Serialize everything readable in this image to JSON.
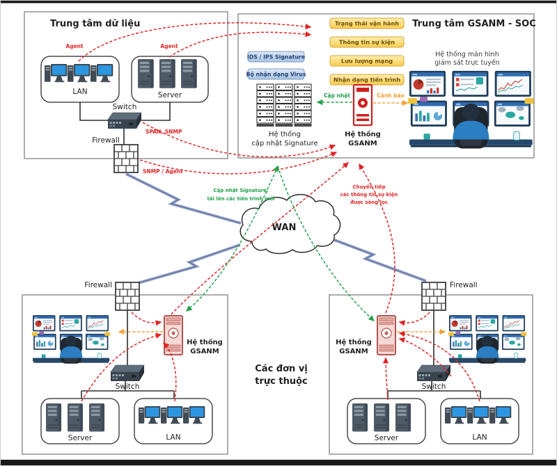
{
  "colors": {
    "flow_red": "#e02424",
    "flow_green": "#23a24d",
    "flow_orange": "#f2a33c",
    "badge_yellow_fill": "#ffe9a8",
    "badge_yellow_border": "#d7a43a",
    "badge_blue_fill": "#c4d6ec",
    "badge_blue_border": "#7f9cc7",
    "gsanm_red": "#cf1f1f",
    "gsanm_pink": "#b2544f",
    "bolt_blue": "#5e72a0"
  },
  "data_center": {
    "title": "Trung tâm dữ liệu",
    "agent_lan_label": "Agent",
    "agent_server_label": "Agent",
    "lan_label": "LAN",
    "server_label": "Server",
    "switch_label": "Switch",
    "firewall_label": "Firewall",
    "span_snmp_label": "SPAN, SNMP",
    "snmp_agent_label": "SNMP / Agent"
  },
  "soc": {
    "title": "Trung tâm GSANM - SOC",
    "yellow_badges": [
      {
        "label": "Trạng thái vận hành"
      },
      {
        "label": "Thông tin sự kiện"
      },
      {
        "label": "Lưu lượng mạng"
      },
      {
        "label": "Nhận dạng tiến trình"
      }
    ],
    "blue_badges": [
      {
        "label": "IDS / IPS Signature"
      },
      {
        "label": "Bộ nhận dạng Virus"
      }
    ],
    "signature_label_line1": "Hệ thống",
    "signature_label_line2": "cập nhật Signature",
    "gsanm_label_line1": "Hệ thống",
    "gsanm_label_line2": "GSANM",
    "update_arrow_label": "Cập nhật",
    "alert_arrow_label": "Cảnh báo",
    "monitor_label_line1": "Hệ thống màn hình",
    "monitor_label_line2": "giám sát trực tuyến"
  },
  "wan": {
    "label": "WAN"
  },
  "flow_labels": {
    "green_line1": "Cập nhật Signature,",
    "green_line2": "tải lên các tiến trình mới",
    "red_line1": "Chuyển tiếp",
    "red_line2": "các thông tin sự kiện",
    "red_line3": "được sàng lọc"
  },
  "branch_units": {
    "caption_line1": "Các đơn vị",
    "caption_line2": "trực thuộc",
    "left": {
      "firewall_label": "Firewall",
      "gsanm_label_line1": "Hệ thống",
      "gsanm_label_line2": "GSANM",
      "switch_label": "Switch",
      "server_label": "Server",
      "lan_label": "LAN"
    },
    "right": {
      "firewall_label": "Firewall",
      "gsanm_label_line1": "Hệ thống",
      "gsanm_label_line2": "GSANM",
      "switch_label": "Switch",
      "server_label": "Server",
      "lan_label": "LAN"
    }
  }
}
